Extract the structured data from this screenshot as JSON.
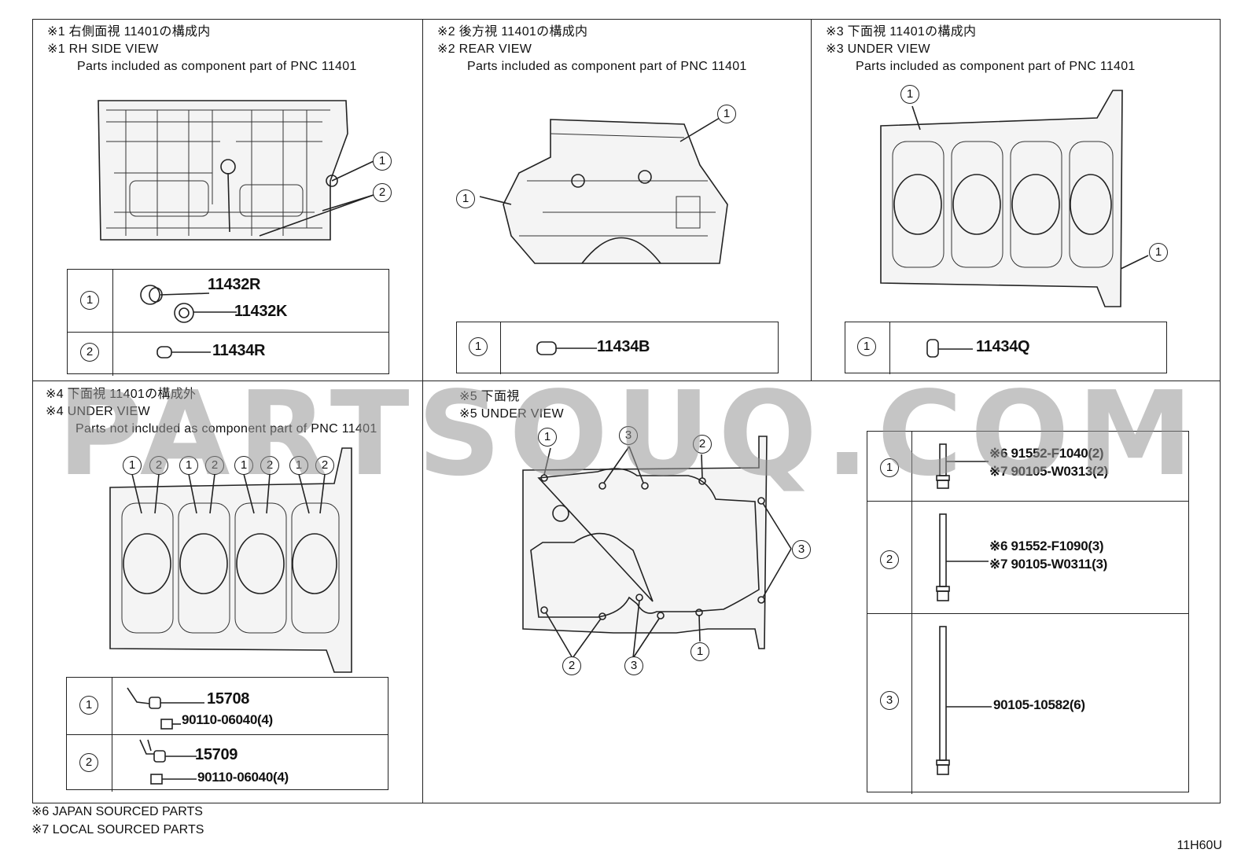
{
  "panels": [
    {
      "title_ja": "※1 右側面視 11401の構成内",
      "title_en": "※1 RH SIDE VIEW",
      "subtitle": "Parts included as component part of PNC 11401"
    },
    {
      "title_ja": "※2 後方視 11401の構成内",
      "title_en": "※2 REAR VIEW",
      "subtitle": "Parts included as component part of PNC 11401"
    },
    {
      "title_ja": "※3 下面視 11401の構成内",
      "title_en": "※3 UNDER VIEW",
      "subtitle": "Parts included as component part of PNC 11401"
    },
    {
      "title_ja": "※4 下面視 11401の構成外",
      "title_en": "※4 UNDER VIEW",
      "subtitle": "Parts not included as component part of PNC 11401"
    },
    {
      "title_ja": "※5 下面視",
      "title_en": "※5 UNDER VIEW",
      "subtitle": ""
    }
  ],
  "callouts": {
    "one": "1",
    "two": "2",
    "three": "3"
  },
  "tables": {
    "p1": {
      "row1": [
        "11432R",
        "11432K"
      ],
      "row2": [
        "11434R"
      ]
    },
    "p2": {
      "row1": [
        "11434B"
      ]
    },
    "p3": {
      "row1": [
        "11434Q"
      ]
    },
    "p4": {
      "row1": [
        "15708",
        "90110-06040(4)"
      ],
      "row2": [
        "15709",
        "90110-06040(4)"
      ]
    },
    "p5": {
      "row1": [
        "※6 91552-F1040(2)",
        "※7 90105-W0313(2)"
      ],
      "row2": [
        "※6 91552-F1090(3)",
        "※7 90105-W0311(3)"
      ],
      "row3": [
        "90105-10582(6)"
      ]
    }
  },
  "footnotes": [
    "※6 JAPAN SOURCED PARTS",
    "※7 LOCAL SOURCED PARTS"
  ],
  "drawing_code": "11H60U",
  "watermark": "PARTSOUQ.COM"
}
